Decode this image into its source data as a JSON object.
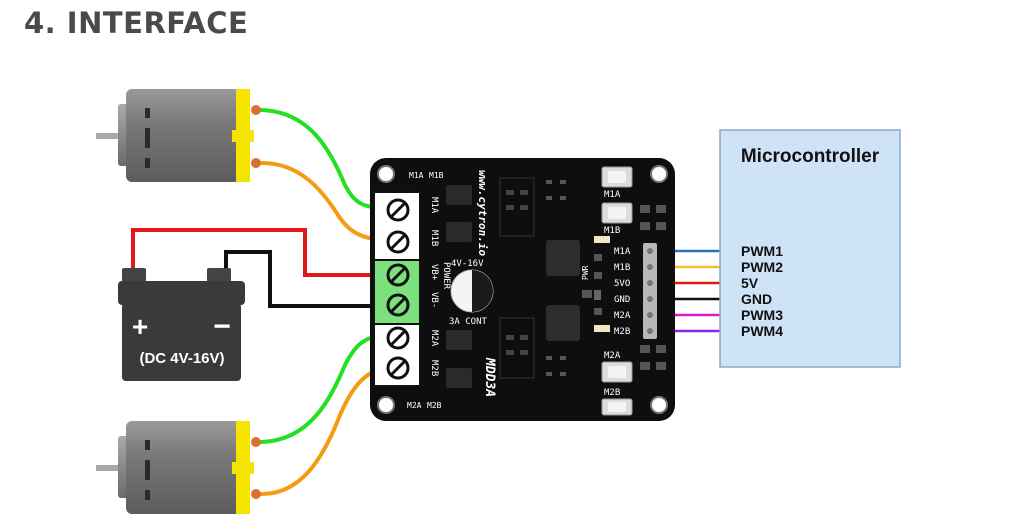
{
  "title": "4. INTERFACE",
  "microcontroller": {
    "title": "Microcontroller",
    "pins": [
      "PWM1",
      "PWM2",
      "5V",
      "GND",
      "PWM3",
      "PWM4"
    ]
  },
  "battery": {
    "plus": "+",
    "minus": "−",
    "label": "(DC 4V-16V)"
  },
  "board": {
    "url": "www.cytron.io",
    "model": "MDD3A",
    "voltage": "4V-16V",
    "cont": "3A CONT",
    "power": "POWER",
    "vb_plus": "VB+",
    "vb_minus": "VB-",
    "m1a": "M1A",
    "m1b": "M1B",
    "m2a": "M2A",
    "m2b": "M2B",
    "pwr": "PWR",
    "header_pins": [
      "M1A",
      "M1B",
      "5VO",
      "GND",
      "M2A",
      "M2B"
    ],
    "button_labels": [
      "M1A",
      "M1B",
      "M2A",
      "M2B"
    ]
  },
  "colors": {
    "wire_green": "#22e022",
    "wire_orange": "#f39c12",
    "wire_red": "#e01818",
    "wire_black": "#111111",
    "wire_blue": "#2e6fc4",
    "wire_yellow": "#f0c030",
    "wire_magenta": "#d21fd2",
    "wire_purple": "#8a2be2",
    "terminal_green": "#7ce07c",
    "mcu_fill": "#cfe3f7"
  }
}
